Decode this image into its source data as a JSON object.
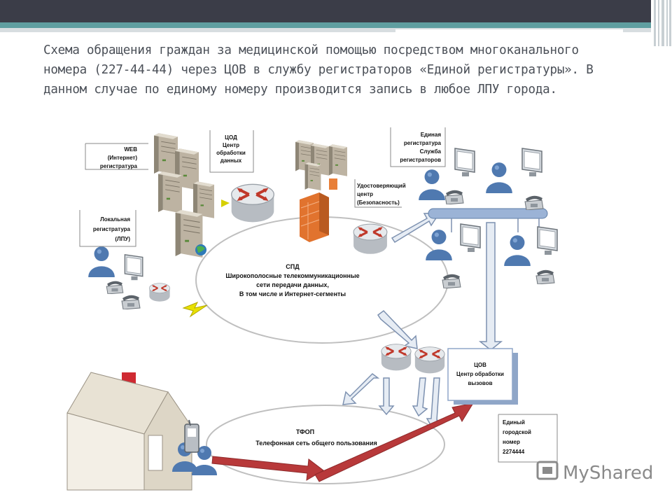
{
  "title_text": "Схема обращения граждан за медицинской помощью посредством многоканального номера (227-44-44) через ЦОВ в службу регистраторов «Единой регистратуры». В данном случае по единому номеру производится запись в любое ЛПУ города.",
  "diagram": {
    "web": [
      "WEB",
      "(Интернет)",
      "регистратура"
    ],
    "cod": [
      "ЦОД",
      "Центр",
      "обработки",
      "данных"
    ],
    "local": [
      "Локальная",
      "регистратура",
      "(ЛПУ)"
    ],
    "security": [
      "Удостоверяющий",
      "центр",
      "(Безопасность)"
    ],
    "unified": [
      "Единая",
      "регистратура",
      "Служба",
      "регистраторов"
    ],
    "spd": [
      "СПД",
      "Широкополосные телекоммуникационные",
      "сети передачи данных,",
      "В том числе и Интернет-сегменты"
    ],
    "cov": [
      "ЦОВ",
      "Центр обработки",
      "вызовов"
    ],
    "tfop": [
      "ТФОП",
      "Телефонная сеть общего пользования"
    ],
    "number": [
      "Единый",
      "городской",
      "номер",
      "2274444"
    ]
  },
  "watermark": "MyShared",
  "icons": {
    "server": "server-icon",
    "router": "router-icon",
    "firewall": "firewall-icon",
    "user": "user-icon",
    "monitor": "monitor-icon",
    "phone": "phone-icon",
    "house": "house-icon",
    "mobile": "mobile-phone-icon",
    "globe": "globe-icon",
    "lightning": "lightning-icon"
  },
  "colors": {
    "teal": "#5f9ea0",
    "topbar": "#3b3d48",
    "arrow_red": "#b8393a",
    "user_blue": "#4f79b0"
  }
}
